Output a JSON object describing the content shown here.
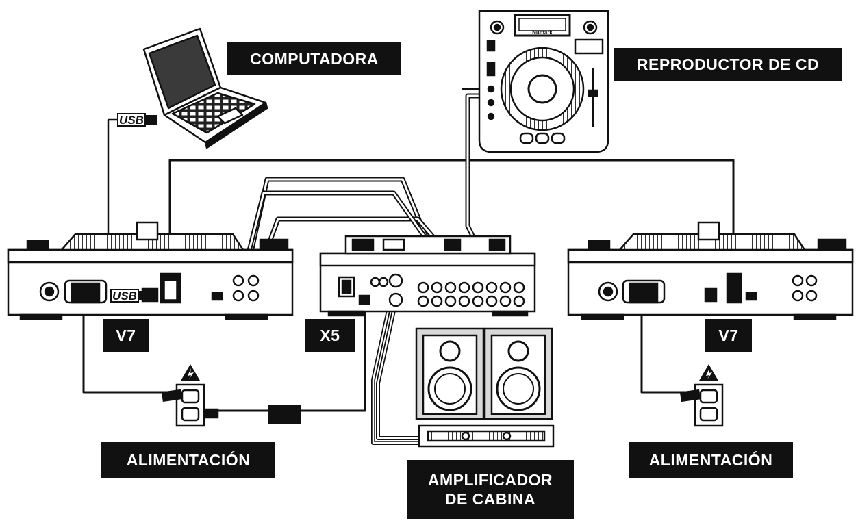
{
  "labels": {
    "computer": "COMPUTADORA",
    "cd_player": "REPRODUCTOR DE CD",
    "turntable_left": "V7",
    "mixer": "X5",
    "turntable_right": "V7",
    "power_left": "ALIMENTACIÓN",
    "power_right": "ALIMENTACIÓN",
    "booth_amp_line1": "AMPLIFICADOR",
    "booth_amp_line2": "DE CABINA"
  },
  "usb_tags": {
    "top": "USB",
    "bottom": "USB"
  },
  "cd_brand": "Numark",
  "colors": {
    "label_bg": "#111111",
    "label_text": "#ffffff",
    "line": "#111111",
    "device_fill": "#ffffff",
    "device_shade": "#d9d9d9"
  }
}
